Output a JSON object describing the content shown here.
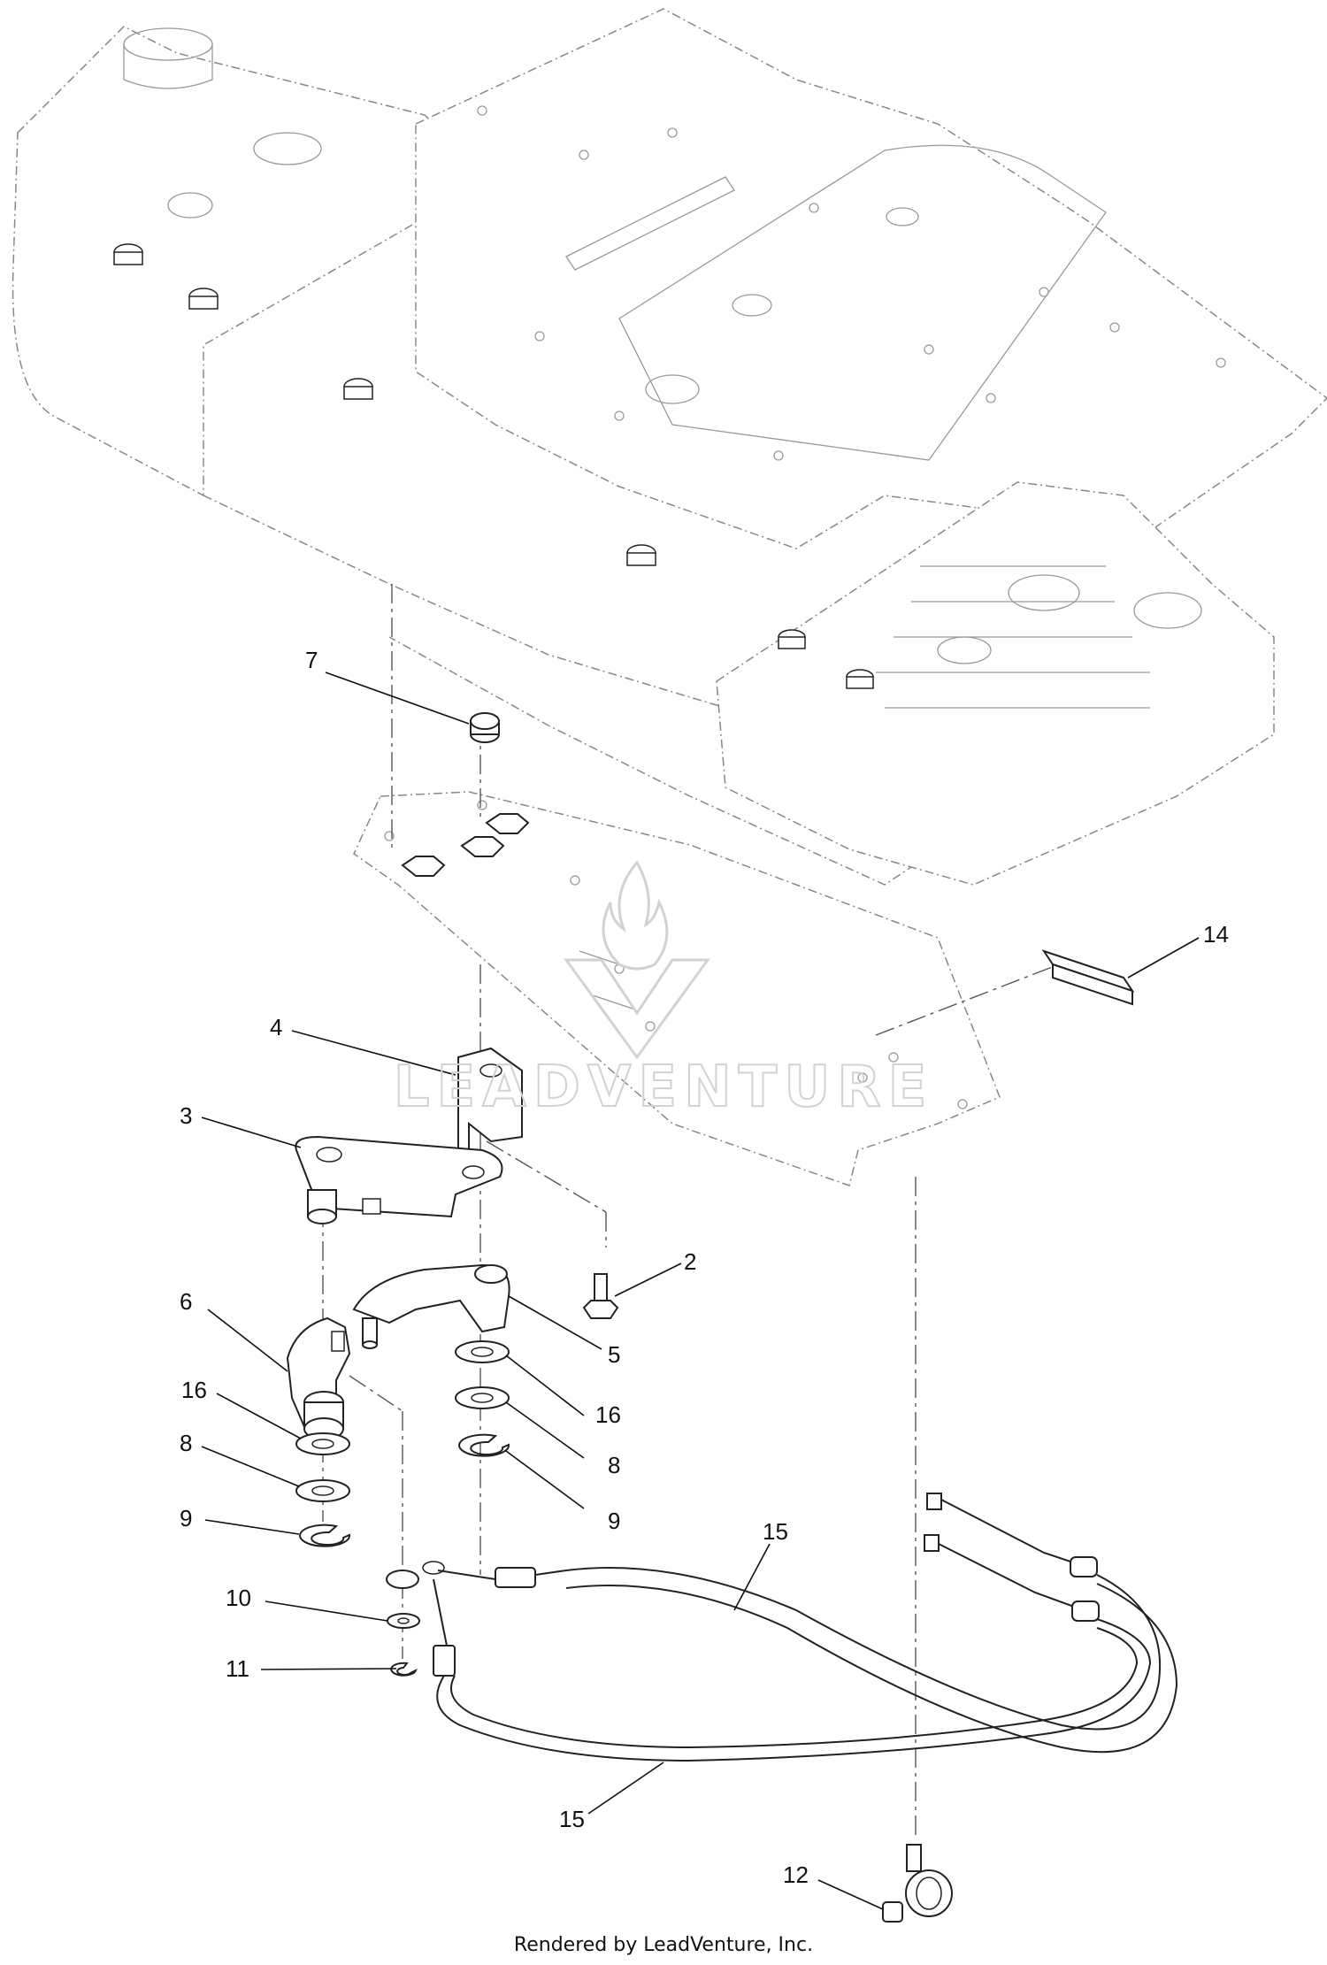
{
  "diagram": {
    "callouts": [
      {
        "id": "c7",
        "label": "7"
      },
      {
        "id": "c4",
        "label": "4"
      },
      {
        "id": "c3",
        "label": "3"
      },
      {
        "id": "c14",
        "label": "14"
      },
      {
        "id": "c2",
        "label": "2"
      },
      {
        "id": "c6",
        "label": "6"
      },
      {
        "id": "c5",
        "label": "5"
      },
      {
        "id": "c16a",
        "label": "16"
      },
      {
        "id": "c16b",
        "label": "16"
      },
      {
        "id": "c8a",
        "label": "8"
      },
      {
        "id": "c8b",
        "label": "8"
      },
      {
        "id": "c9a",
        "label": "9"
      },
      {
        "id": "c9b",
        "label": "9"
      },
      {
        "id": "c15a",
        "label": "15"
      },
      {
        "id": "c10",
        "label": "10"
      },
      {
        "id": "c11",
        "label": "11"
      },
      {
        "id": "c15b",
        "label": "15"
      },
      {
        "id": "c12",
        "label": "12"
      }
    ],
    "watermark": "LEADVENTURE",
    "footer": "Rendered by LeadVenture, Inc."
  }
}
